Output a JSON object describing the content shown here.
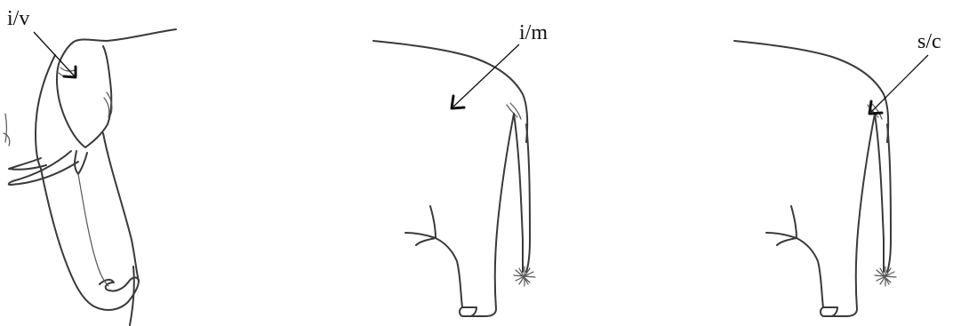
{
  "panels": [
    {
      "label": "i/v"
    },
    {
      "label": "i/m"
    },
    {
      "label": "s/c"
    }
  ]
}
